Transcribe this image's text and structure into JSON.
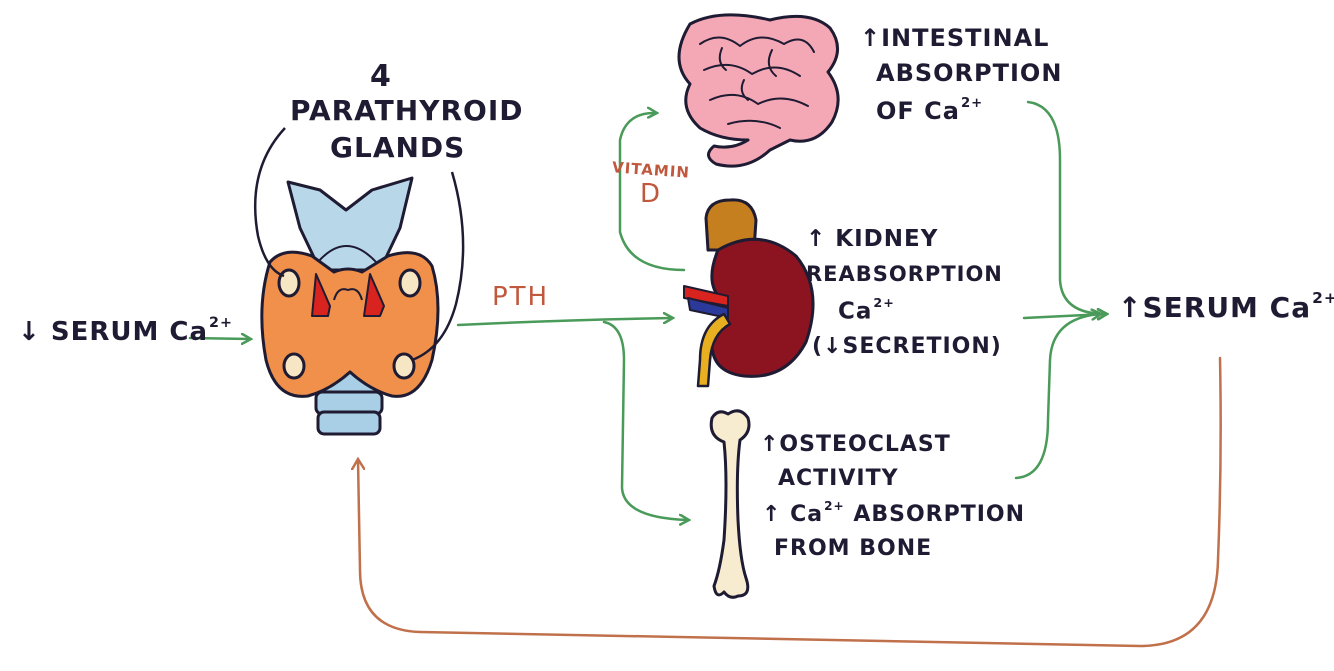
{
  "labels": {
    "serum_low": {
      "arrow": "↓",
      "text": "SERUM Ca",
      "sup": "2+"
    },
    "gland_count": "4",
    "gland_name_line1": "PARATHYROID",
    "gland_name_line2": "GLANDS",
    "hormone": "PTH",
    "vitamin_line1": "VITAMIN",
    "vitamin_line2": "D",
    "intestine_line1": "↑INTESTINAL",
    "intestine_line2": "ABSORPTION",
    "intestine_line3": "OF Ca",
    "intestine_sup": "2+",
    "kidney_line1": "↑ KIDNEY",
    "kidney_line2": "REABSORPTION",
    "kidney_line3": "Ca",
    "kidney_sup": "2+",
    "kidney_line4": "(↓SECRETION)",
    "bone_line1": "↑OSTEOCLAST",
    "bone_line2": "ACTIVITY",
    "bone_line3_pre": "↑ Ca",
    "bone_sup": "2+",
    "bone_line3_post": " ABSORPTION",
    "bone_line4": "FROM BONE",
    "serum_high": {
      "arrow": "↑",
      "text": "SERUM Ca",
      "sup": "2+"
    }
  },
  "colors": {
    "ink": "#1e1b33",
    "green_arrow": "#4a9a5a",
    "feedback_arrow": "#c0704a",
    "pth_text": "#c0583e",
    "thyroid": "#f0904a",
    "cartilage": "#b8d8ea",
    "trachea": "#a9cfe6",
    "gland_spot": "#f7e6c4",
    "intestine": "#f4a8b5",
    "kidney": "#8b1420",
    "adrenal": "#c67f1e",
    "ureter": "#e8b020",
    "bone": "#f8ecd0"
  },
  "icons": [
    "thyroid-parathyroid-icon",
    "intestine-icon",
    "kidney-icon",
    "bone-icon"
  ]
}
